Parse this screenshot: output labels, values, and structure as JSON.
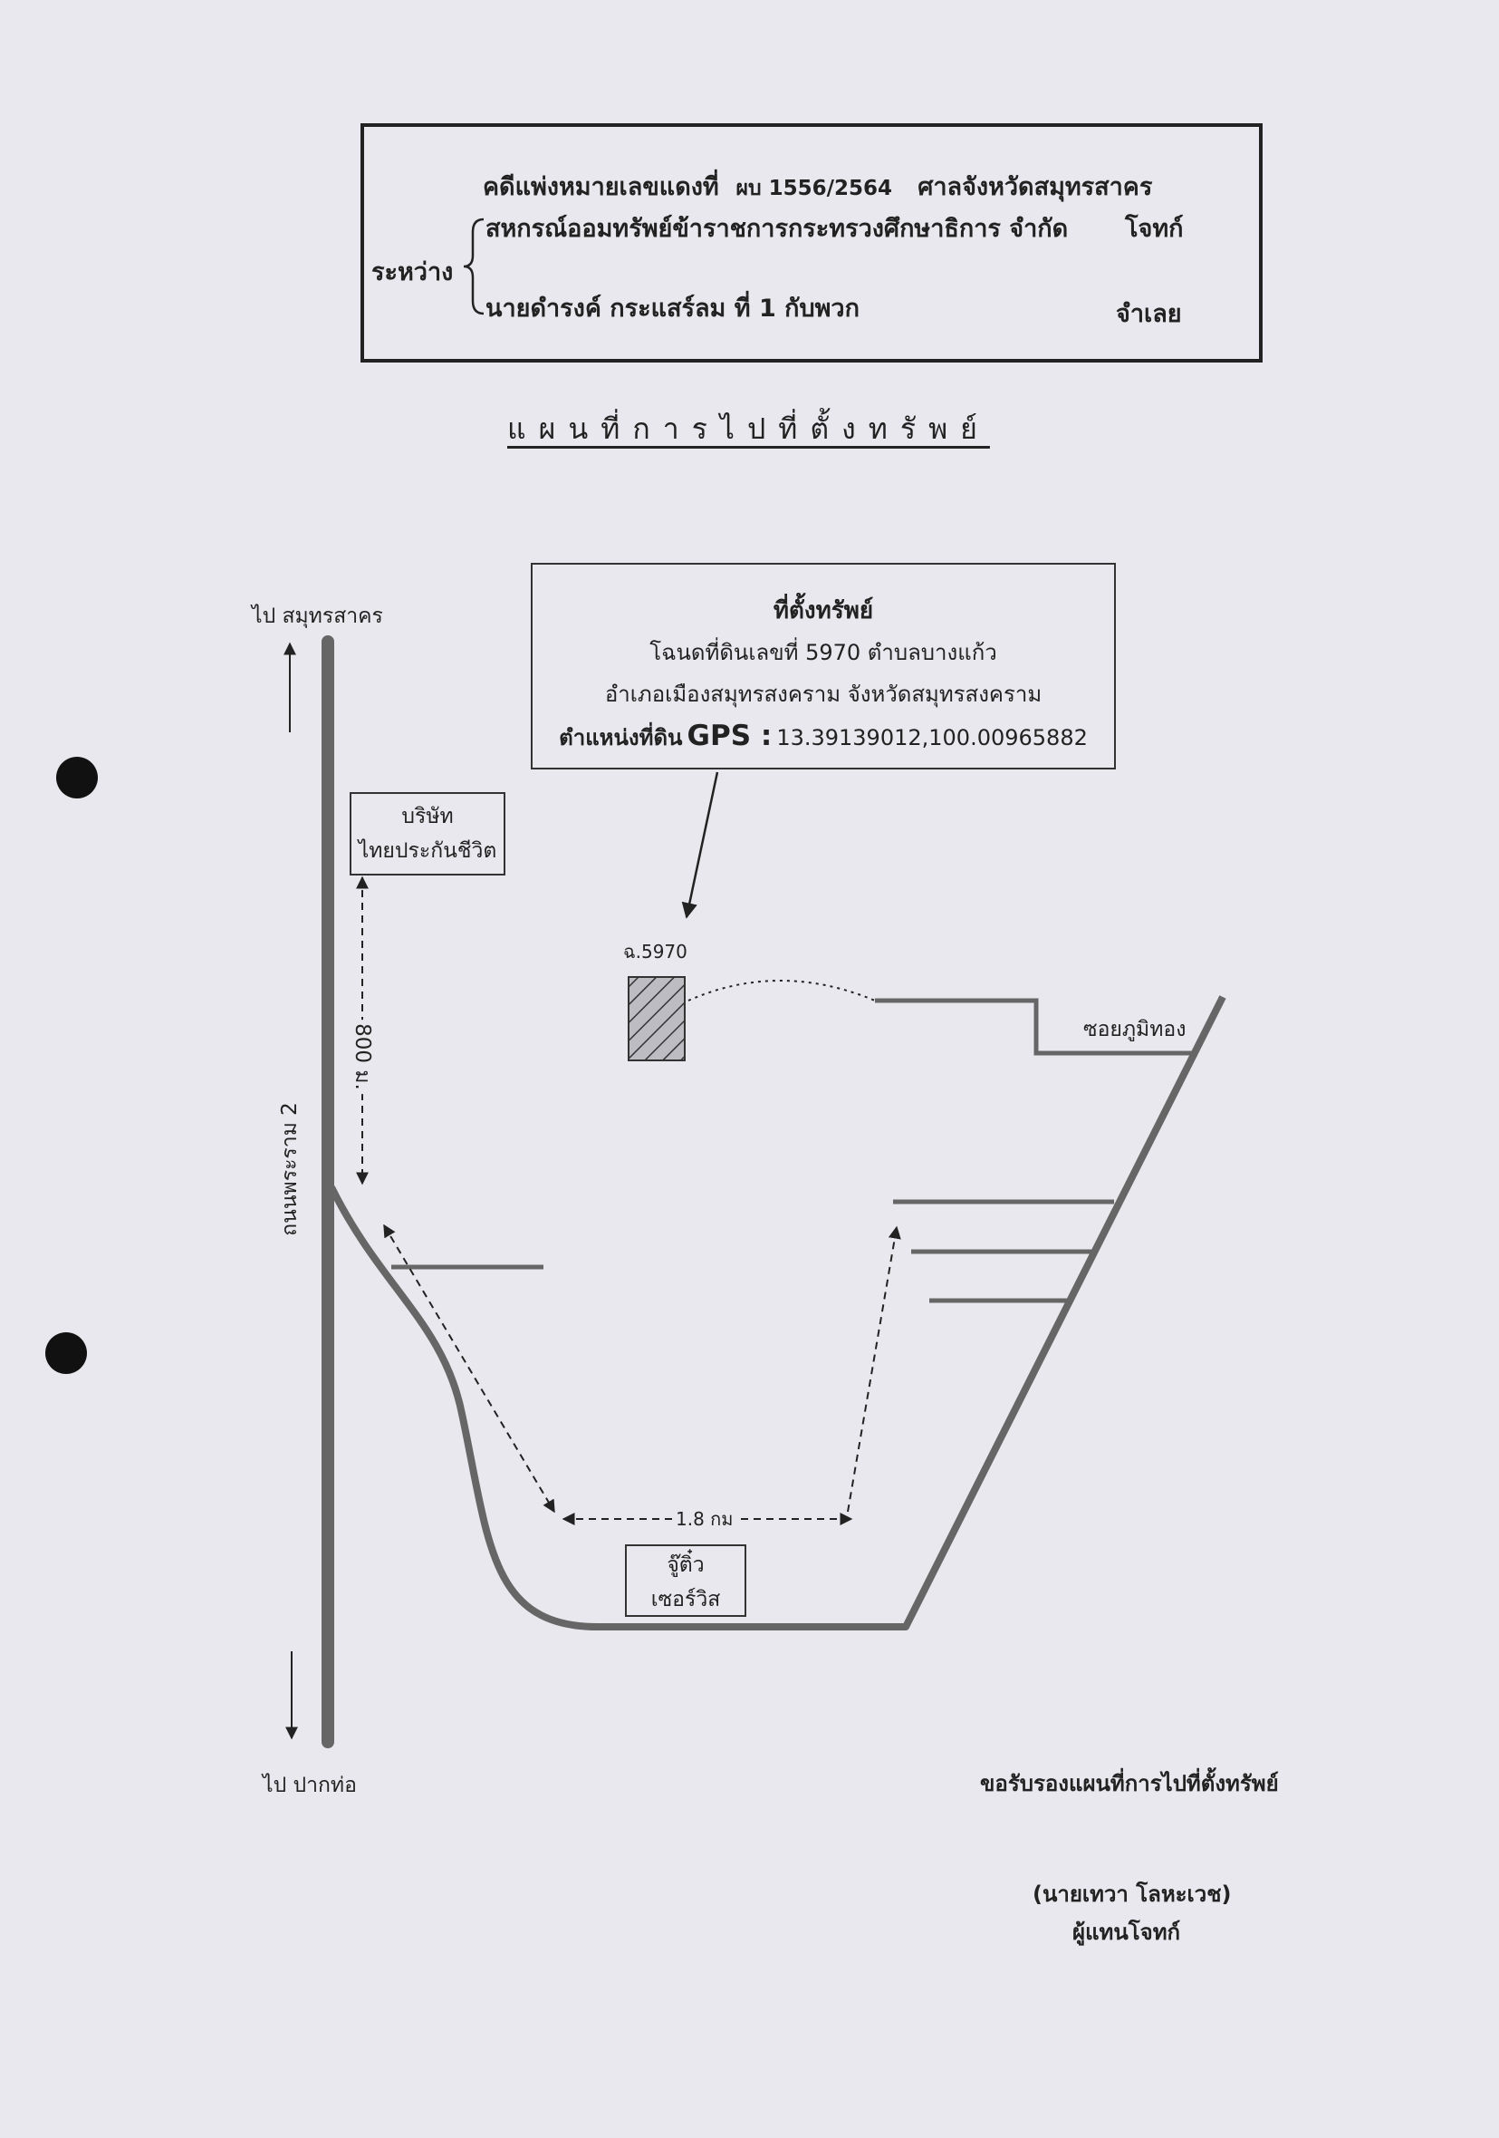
{
  "case": {
    "line1": "คดีแพ่งหมายเลขแดงที่",
    "case_no": "ผบ 1556/2564",
    "court": "ศาลจังหวัดสมุทรสาคร",
    "between": "ระหว่าง",
    "plaintiff": "สหกรณ์ออมทรัพย์ข้าราชการกระทรวงศึกษาธิการ จำกัด",
    "plaintiff_role": "โจทก์",
    "defendant": "นายดำรงค์ กระแสร์ลม ที่ 1 กับพวก",
    "defendant_role": "จำเลย"
  },
  "title": "แผนที่การไปที่ตั้งทรัพย์",
  "location_box": {
    "heading": "ที่ตั้งทรัพย์",
    "line1": "โฉนดที่ดินเลขที่ 5970 ตำบลบางแก้ว",
    "line2": "อำเภอเมืองสมุทรสงคราม  จังหวัดสมุทรสงคราม",
    "gps_label": "ตำแหน่งที่ดิน",
    "gps_word": "GPS :",
    "gps_value": "13.39139012,100.00965882"
  },
  "map": {
    "to_north": "ไป สมุทรสาคร",
    "to_south": "ไป ปากท่อ",
    "road_name": "ถนนพระราม 2",
    "company_label": "บริษัท\nไทยประกันชีวิต",
    "company_line1": "บริษัท",
    "company_line2": "ไทยประกันชีวิต",
    "distance_1": "800 ม.",
    "distance_2": "1.8 กม",
    "deed_label": "ฉ.5970",
    "soi_label": "ซอยภูมิทอง",
    "landmark_line1": "จู๊ติ๋ว",
    "landmark_line2": "เซอร์วิส"
  },
  "footer": {
    "certify": "ขอรับรองแผนที่การไปที่ตั้งทรัพย์",
    "signer": "(นายเทวา  โลหะเวช)",
    "signer_role": "ผู้แทนโจทก์"
  },
  "colors": {
    "road": "#666666",
    "ink": "#222222",
    "paper": "#e9e8ee"
  }
}
